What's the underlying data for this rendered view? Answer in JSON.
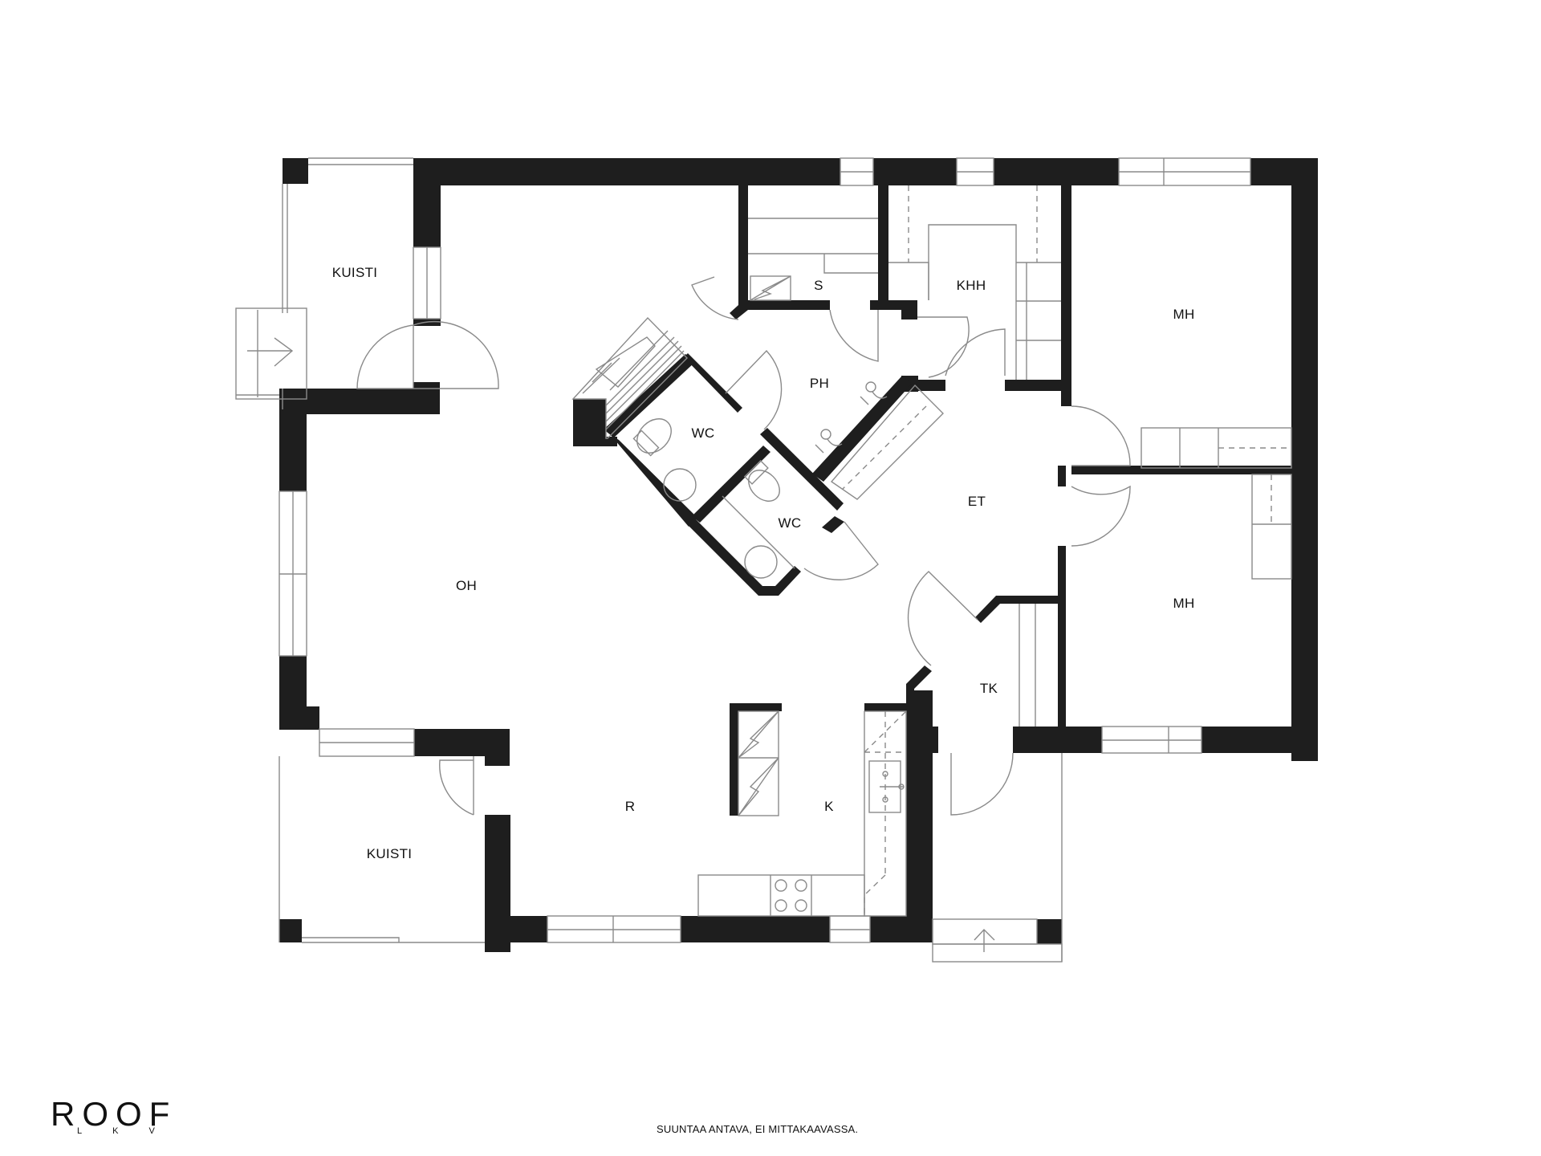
{
  "plan": {
    "rooms": {
      "kuisti_top": "KUISTI",
      "kuisti_bottom": "KUISTI",
      "oh": "OH",
      "s": "S",
      "khh": "KHH",
      "ph": "PH",
      "wc_1": "WC",
      "wc_2": "WC",
      "et": "ET",
      "mh_1": "MH",
      "mh_2": "MH",
      "tk": "TK",
      "r": "R",
      "k": "K"
    },
    "colors": {
      "wall": "#1e1e1e",
      "line": "#8a8a8a",
      "background": "#ffffff"
    }
  },
  "footer": {
    "logo_main": "ROOF",
    "logo_sub": "LKV",
    "disclaimer": "SUUNTAA ANTAVA, EI MITTAKAAVASSA."
  }
}
